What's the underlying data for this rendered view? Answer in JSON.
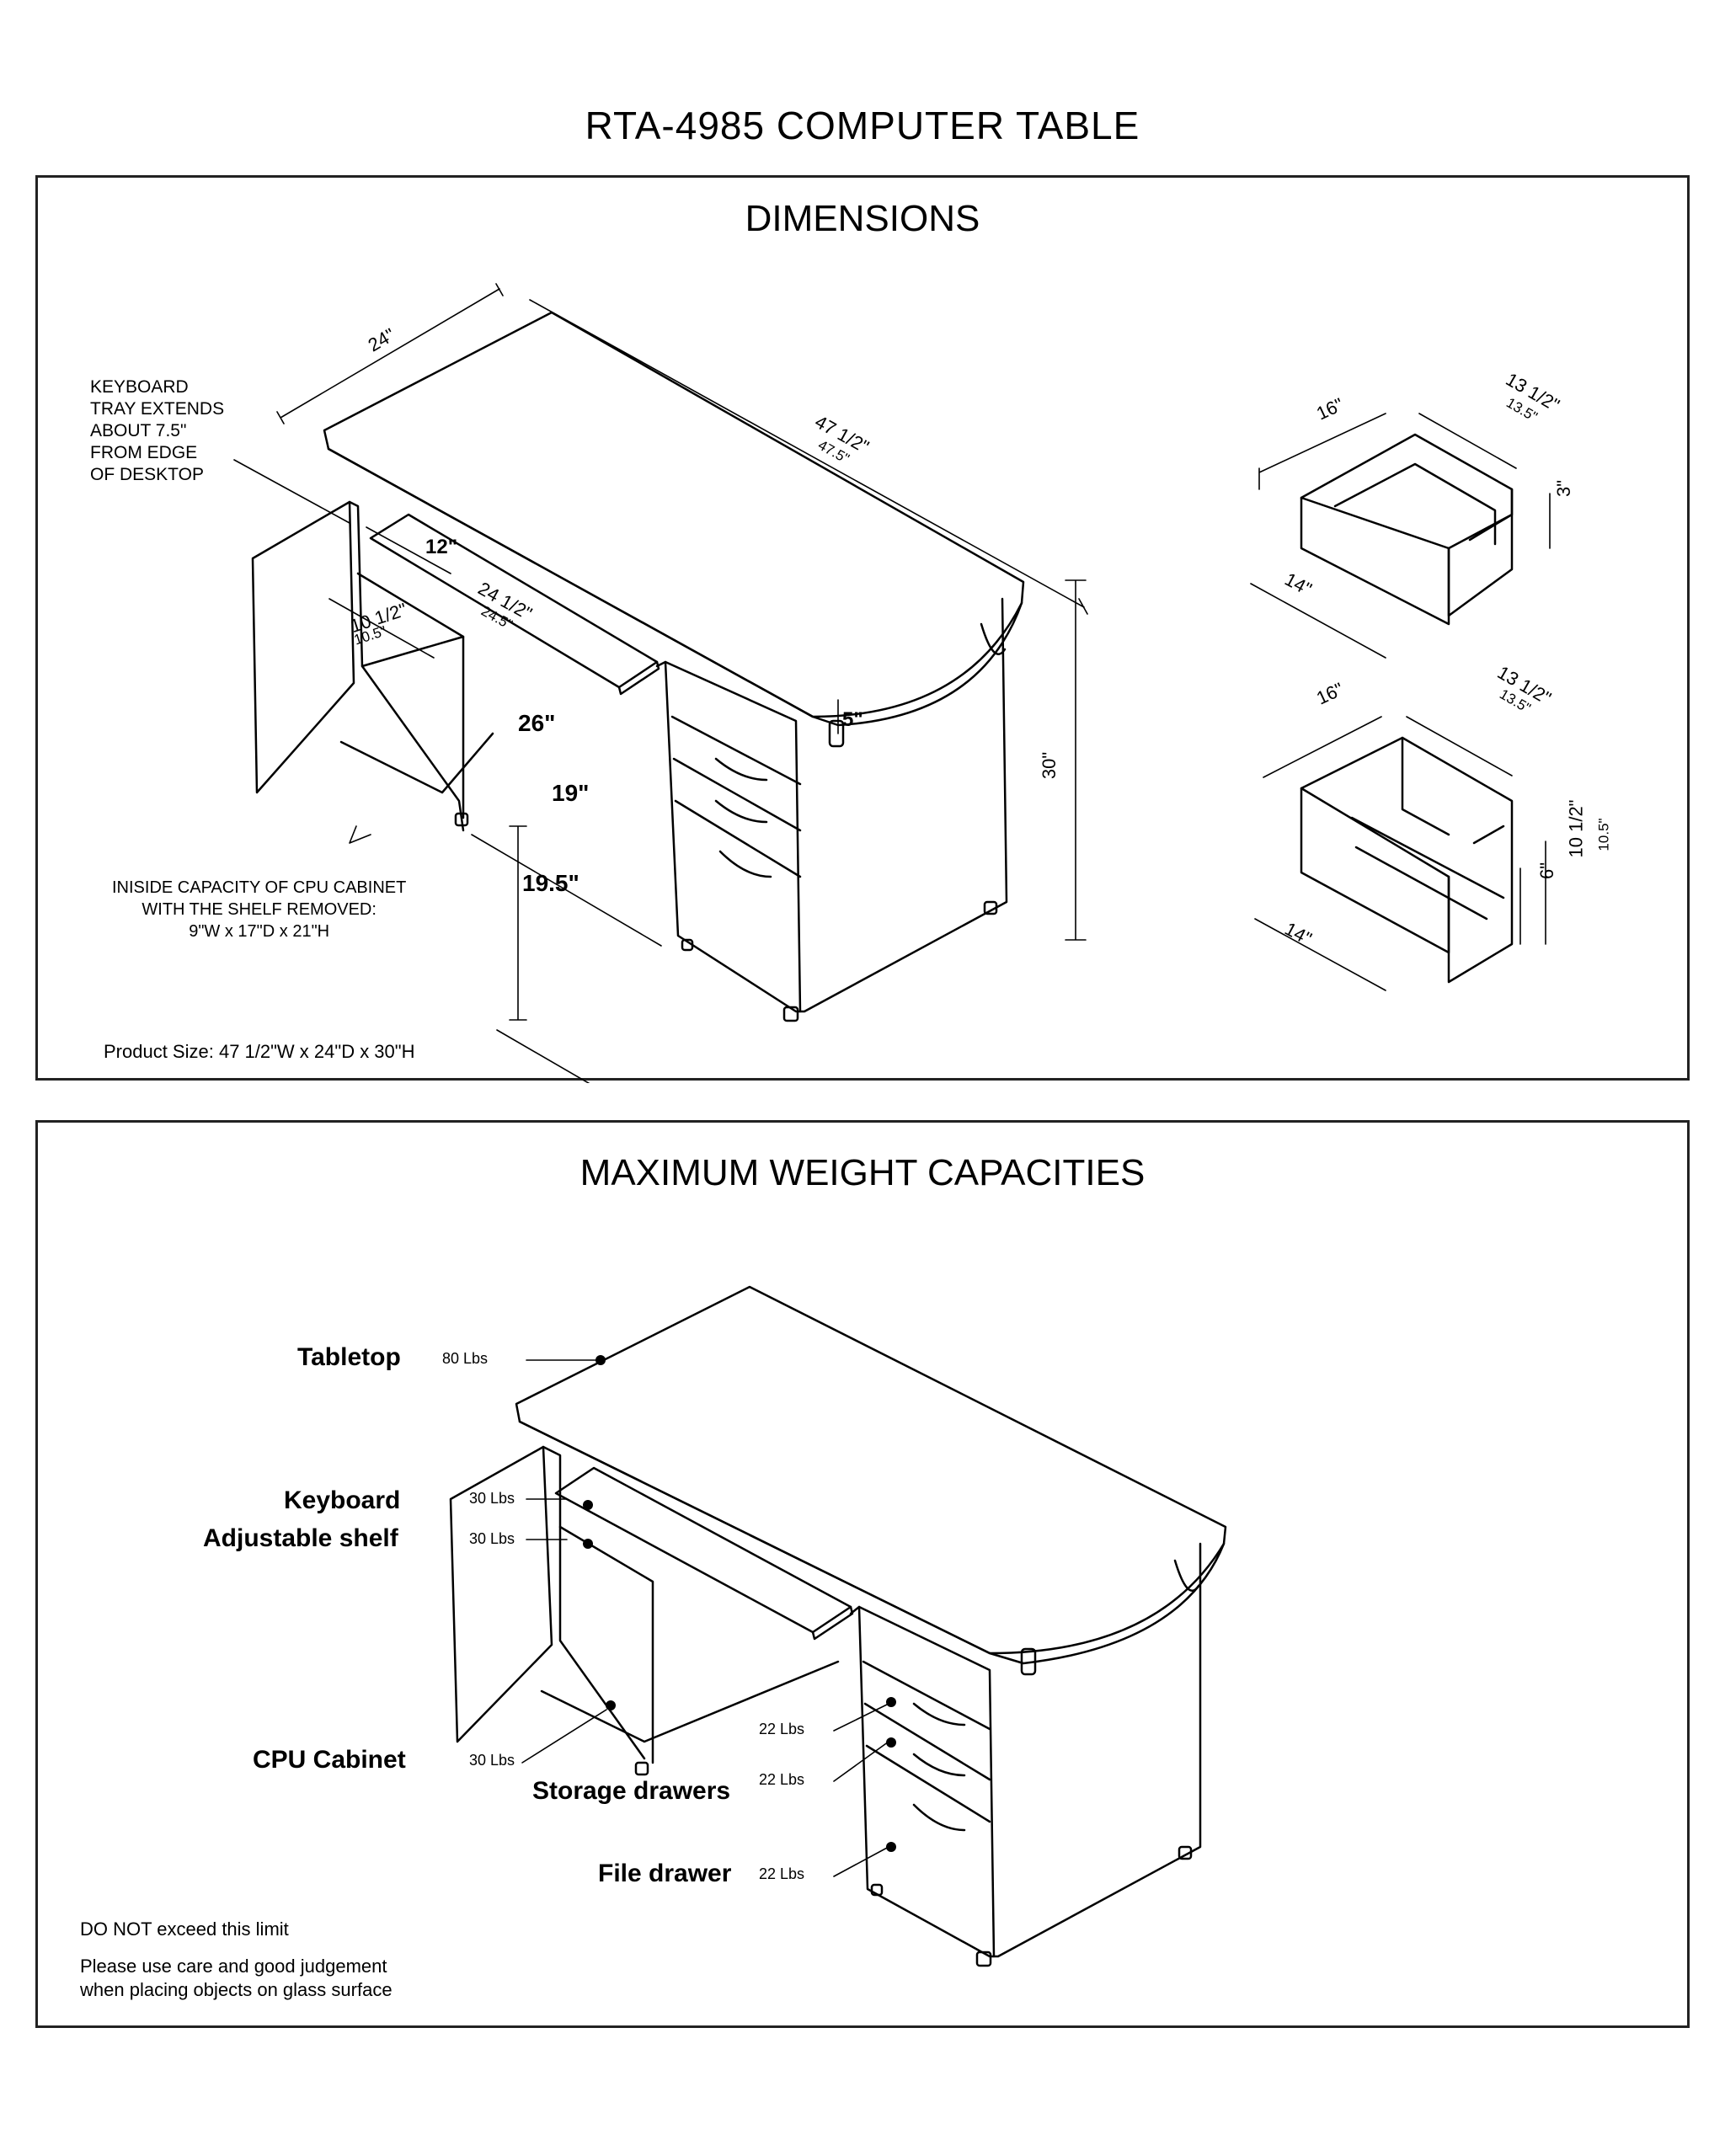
{
  "title": "RTA-4985  COMPUTER TABLE",
  "dimensions_panel": {
    "heading": "DIMENSIONS",
    "keyboard_note": "KEYBOARD\nTRAY EXTENDS\nABOUT 7.5\"\nFROM EDGE\nOF DESKTOP",
    "cpu_note": "INISIDE CAPACITY OF CPU CABINET\nWITH THE SHELF REMOVED:\n9\"W x 17\"D x 21\"H",
    "product_size": "Product Size: 47  1/2\"W x 24\"D x 30\"H",
    "desk": {
      "depth": "24\"",
      "width": "47 1/2\"",
      "width_metric": "47.5\"",
      "tray_depth": "12\"",
      "tray_width": "24 1/2\"",
      "tray_width_metric": "24.5\"",
      "cabinet_width": "10 1/2\"",
      "cabinet_width_metric": "10.5\"",
      "knee_height": "26\"",
      "knee_width": "19\"",
      "knee_depth": "19.5\"",
      "overhang": "5\"",
      "height": "30\""
    },
    "small_drawer": {
      "width": "16\"",
      "depth": "13 1/2\"",
      "depth_metric": "13.5\"",
      "height": "3\"",
      "front": "14\""
    },
    "file_drawer": {
      "width": "16\"",
      "depth": "13 1/2\"",
      "depth_metric": "13.5\"",
      "inner_height": "6\"",
      "height": "10 1/2\"",
      "height_metric": "10.5\"",
      "front": "14\""
    }
  },
  "weight_panel": {
    "heading": "MAXIMUM WEIGHT CAPACITIES",
    "items": [
      {
        "label": "Tabletop",
        "value": "80 Lbs"
      },
      {
        "label": "Keyboard",
        "value": "30 Lbs"
      },
      {
        "label": "Adjustable shelf",
        "value": "30 Lbs"
      },
      {
        "label": "CPU Cabinet",
        "value": "30 Lbs"
      },
      {
        "label": "Storage drawers",
        "value": "22 Lbs",
        "value2": "22 Lbs"
      },
      {
        "label": "File drawer",
        "value": "22 Lbs"
      }
    ],
    "warning": "DO NOT exceed this limit",
    "glass_note": "Please use care and good judgement\nwhen placing objects on glass surface"
  }
}
